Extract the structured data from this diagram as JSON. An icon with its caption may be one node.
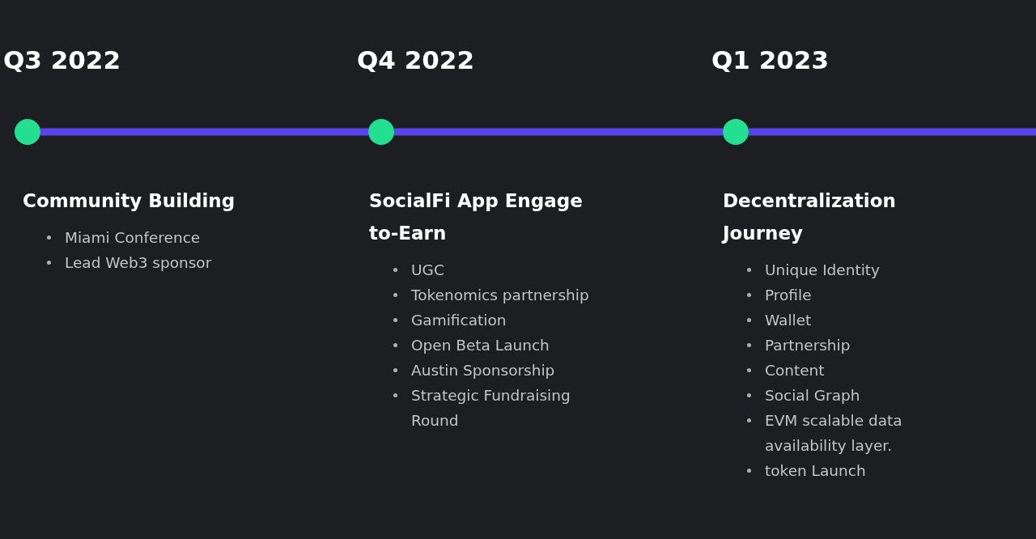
{
  "diagram": {
    "nodes": [
      {
        "text": [],
        "shape": "circle",
        "beside": [
          "Q3 2022",
          "Community Building"
        ]
      },
      {
        "text": [],
        "shape": "circle",
        "beside": [
          "Q4 2022",
          "SocialFi App Engage to-Earn"
        ]
      },
      {
        "text": [],
        "shape": "circle",
        "beside": [
          "Q1 2023",
          "Decentralization Journey"
        ]
      }
    ],
    "edges": [
      {
        "from": 0,
        "to": 1,
        "arrow": "none"
      },
      {
        "from": 1,
        "to": 2,
        "arrow": "none"
      },
      {
        "from": 2,
        "to": null,
        "arrow": "none"
      }
    ],
    "labels": [
      "Miami Conference",
      "Lead Web3 sponsor",
      "UGC",
      "Tokenomics partnership",
      "Gamification",
      "Open Beta Launch",
      "Austin Sponsorship",
      "Strategic Fundraising Round",
      "Unique Identity",
      "Profile",
      "Wallet",
      "Partnership",
      "Content",
      "Social Graph",
      "EVM scalable data availability layer.",
      "token Launch"
    ]
  }
}
